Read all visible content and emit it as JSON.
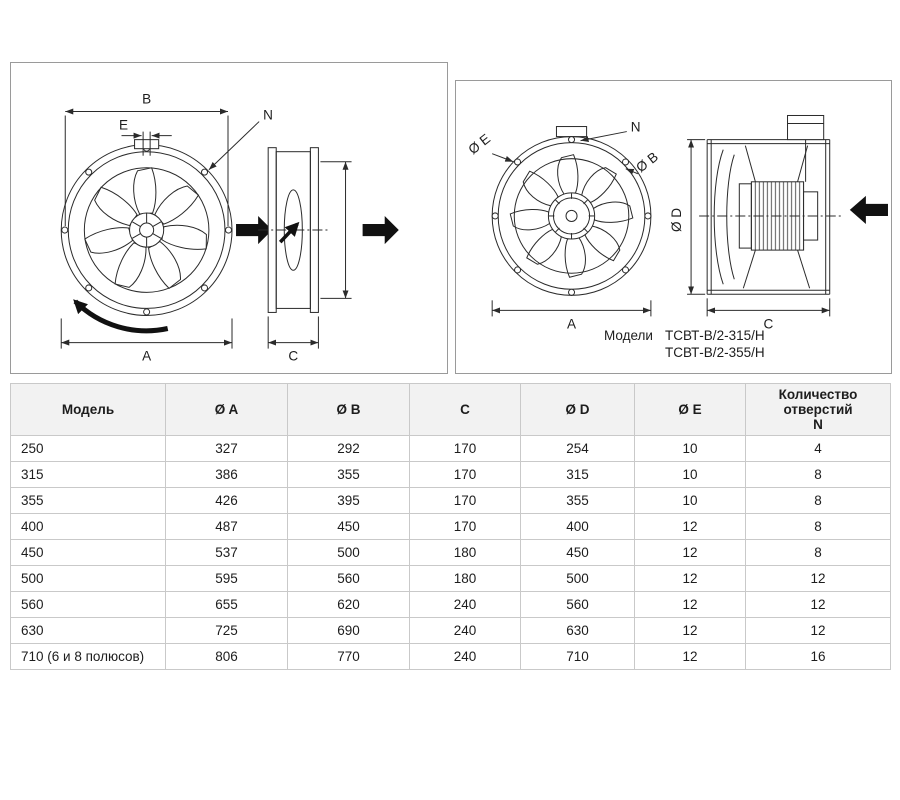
{
  "page": {
    "background": "#ffffff",
    "line_color": "#2b2b2b"
  },
  "drawings": {
    "left": {
      "dim_b": "B",
      "dim_e": "E",
      "dim_n": "N",
      "dim_a": "A",
      "dim_c": "C"
    },
    "right": {
      "dim_oe": "Ø E",
      "dim_n": "N",
      "dim_ob": "Ø B",
      "dim_od": "Ø D",
      "dim_a": "A",
      "dim_c": "C",
      "models_label": "Модели",
      "model_1": "ТСВТ-В/2-315/Н",
      "model_2": "ТСВТ-В/2-355/Н"
    }
  },
  "table": {
    "headers": [
      "Модель",
      "Ø A",
      "Ø B",
      "C",
      "Ø D",
      "Ø E",
      "Количество\nотверстий\nN"
    ],
    "rows": [
      [
        "250",
        "327",
        "292",
        "170",
        "254",
        "10",
        "4"
      ],
      [
        "315",
        "386",
        "355",
        "170",
        "315",
        "10",
        "8"
      ],
      [
        "355",
        "426",
        "395",
        "170",
        "355",
        "10",
        "8"
      ],
      [
        "400",
        "487",
        "450",
        "170",
        "400",
        "12",
        "8"
      ],
      [
        "450",
        "537",
        "500",
        "180",
        "450",
        "12",
        "8"
      ],
      [
        "500",
        "595",
        "560",
        "180",
        "500",
        "12",
        "12"
      ],
      [
        "560",
        "655",
        "620",
        "240",
        "560",
        "12",
        "12"
      ],
      [
        "630",
        "725",
        "690",
        "240",
        "630",
        "12",
        "12"
      ],
      [
        "710 (6 и 8 полюсов)",
        "806",
        "770",
        "240",
        "710",
        "12",
        "16"
      ]
    ]
  }
}
